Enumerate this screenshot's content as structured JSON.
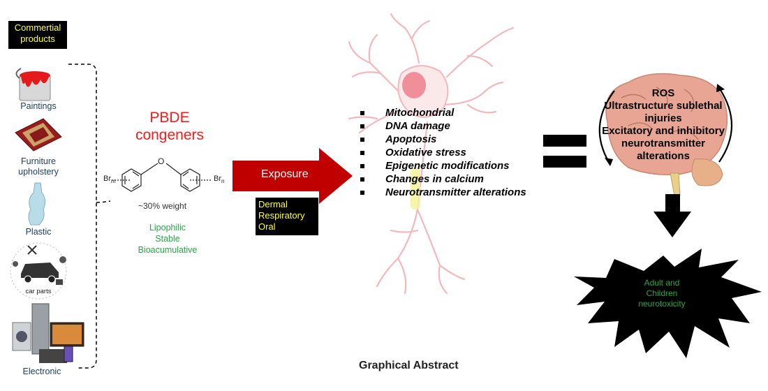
{
  "products": {
    "header": "Commertial products",
    "items": [
      {
        "label": "Paintings"
      },
      {
        "label": "Furniture upholstery"
      },
      {
        "label": "Plastic"
      },
      {
        "label": "car parts"
      },
      {
        "label": "Electronic"
      }
    ]
  },
  "pbde": {
    "title_line1": "PBDE",
    "title_line2": "congeners",
    "br_left": "Br",
    "br_left_sub": "m",
    "br_right": "Br",
    "br_right_sub": "n",
    "oxygen": "O",
    "weight": "~30% weight",
    "properties": [
      "Lipophilic",
      "Stable",
      "Bioacumulative"
    ]
  },
  "exposure": {
    "label": "Exposure",
    "routes": [
      "Dermal",
      "Respiratory",
      "Oral"
    ]
  },
  "effects": [
    "Mitochondrial",
    "DNA damage",
    "Apoptosis",
    "Oxidative stress",
    "Epigenetic modifications",
    "Changes in calcium",
    "Neurotransmitter alterations"
  ],
  "brain": {
    "lines": [
      "ROS",
      "Ultrastructure sublethal",
      "injuries",
      "Excitatory and inhibitory",
      "neurotransmitter",
      "alterations"
    ]
  },
  "outcome": {
    "lines": [
      "Adult and",
      "Children",
      "neurotoxicity"
    ]
  },
  "caption": "Graphical Abstract",
  "colors": {
    "pbde_red": "#ff1a1a",
    "arrow_red": "#c00000",
    "green_text": "#22aa44",
    "yellow_text": "#ffff33",
    "neuron_pink": "#f4c9cc",
    "brain_pink": "#e8a593"
  }
}
